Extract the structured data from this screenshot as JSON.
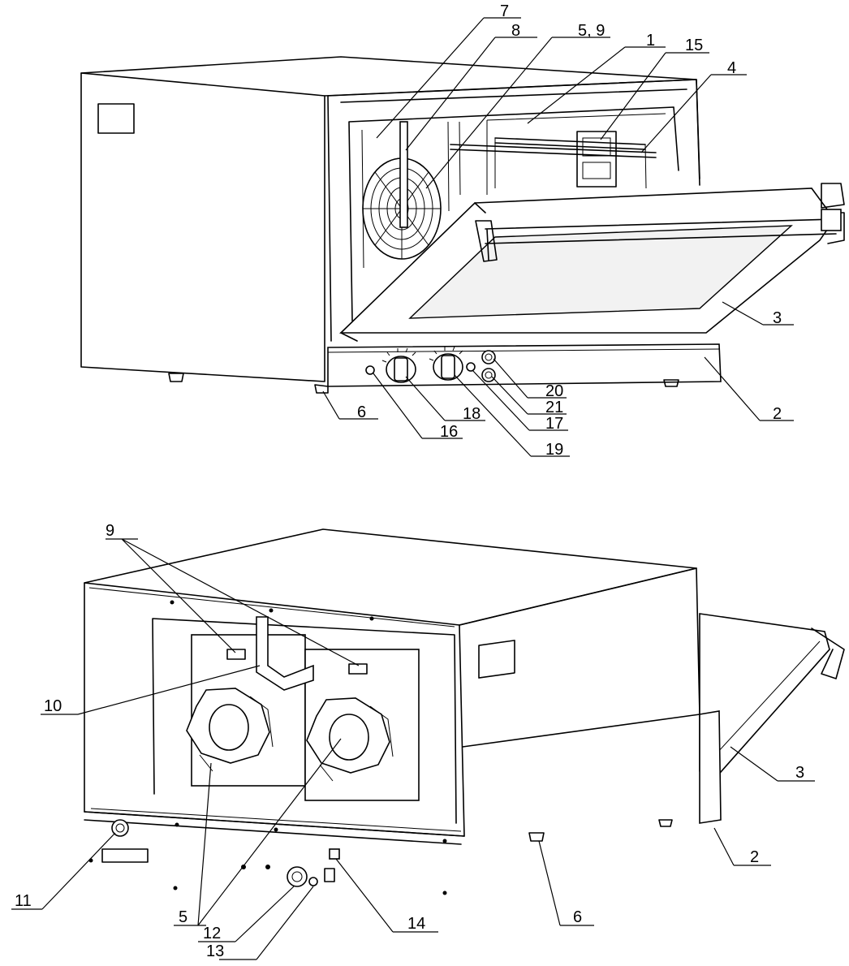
{
  "views": [
    {
      "name": "front-view",
      "callouts": [
        "7",
        "8",
        "5, 9",
        "1",
        "15",
        "4",
        "3",
        "2",
        "20",
        "21",
        "17",
        "19",
        "18",
        "16",
        "6"
      ]
    },
    {
      "name": "rear-view",
      "callouts": [
        "9",
        "10",
        "5",
        "11",
        "12",
        "13",
        "14",
        "6",
        "2",
        "3"
      ]
    }
  ],
  "labels": {
    "front": {
      "l7": "7",
      "l8": "8",
      "l59": "5, 9",
      "l1": "1",
      "l15": "15",
      "l4": "4",
      "l3": "3",
      "l2": "2",
      "l20": "20",
      "l21": "21",
      "l17": "17",
      "l19": "19",
      "l18": "18",
      "l16": "16",
      "l6": "6"
    },
    "rear": {
      "l9": "9",
      "l10": "10",
      "l5": "5",
      "l11": "11",
      "l12": "12",
      "l13": "13",
      "l14": "14",
      "l6": "6",
      "l2": "2",
      "l3": "3"
    }
  }
}
